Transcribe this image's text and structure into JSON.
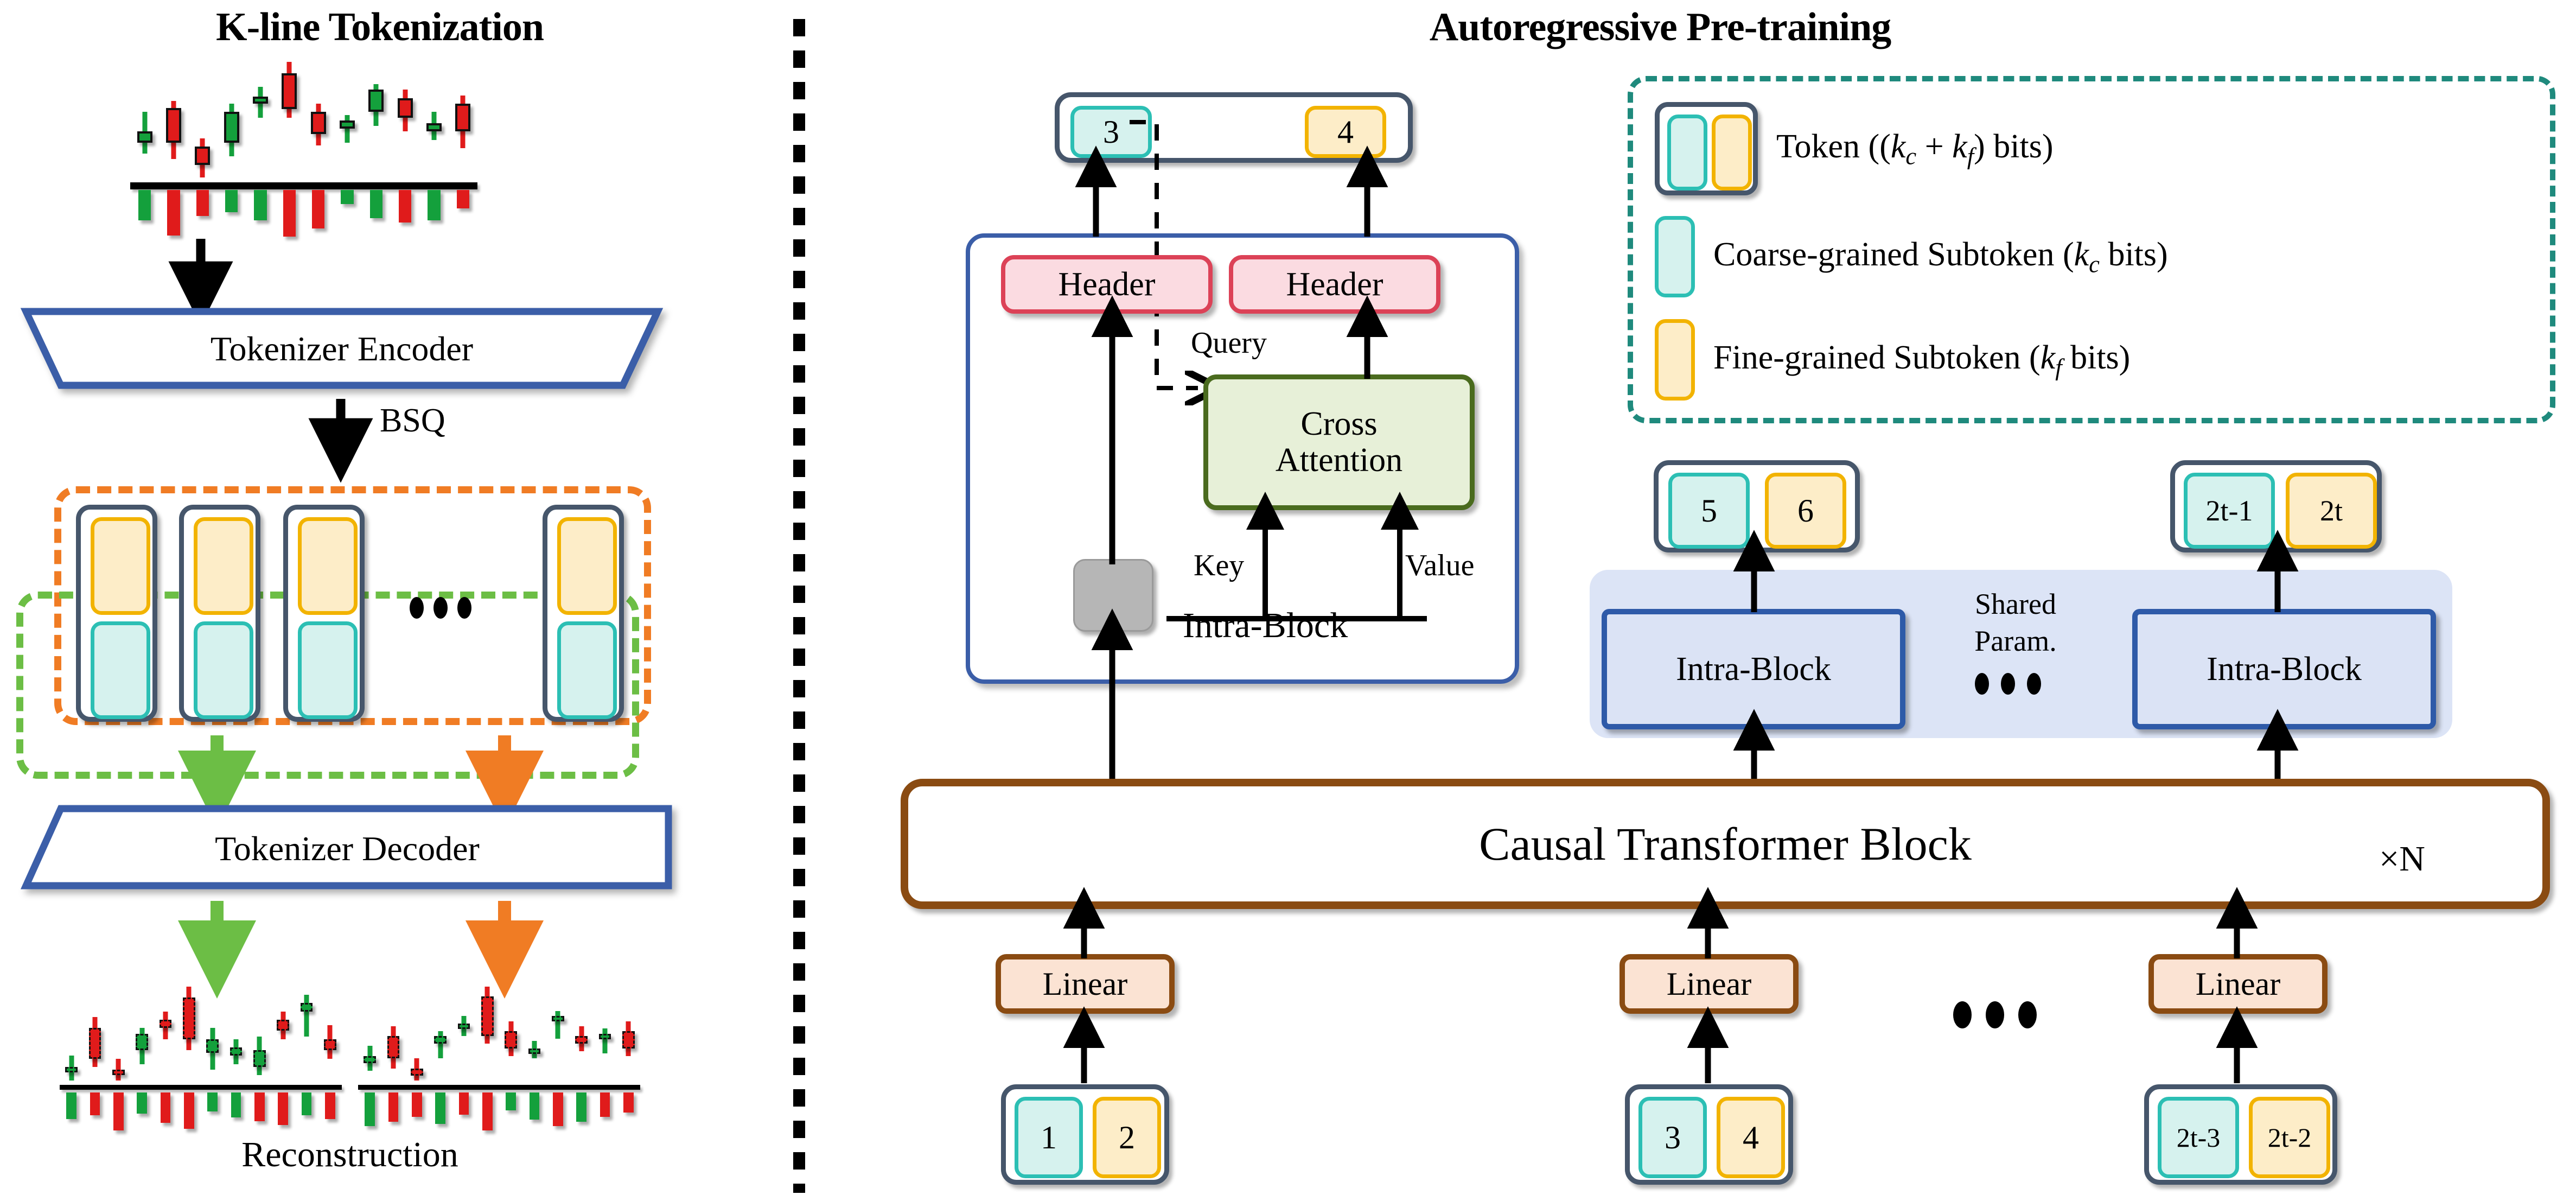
{
  "panels": {
    "left": {
      "title": "K-line Tokenization"
    },
    "right": {
      "title": "Autoregressive Pre-training"
    }
  },
  "left_panel": {
    "encoder_label": "Tokenizer Encoder",
    "bsq_label": "BSQ",
    "decoder_label": "Tokenizer Decoder",
    "reconstruction_label": "Reconstruction",
    "token_count_shown": 4,
    "ellipsis": "•••"
  },
  "right_panel": {
    "output_token": {
      "coarse": "3",
      "fine": "4"
    },
    "intra_block": {
      "title": "Intra-Block",
      "header_left": "Header",
      "header_right": "Header",
      "cross_attention": "Cross\nAttention",
      "cross_attention_line1": "Cross",
      "cross_attention_line2": "Attention",
      "query_label": "Query",
      "key_label": "Key",
      "value_label": "Value"
    },
    "mid_tokens": [
      {
        "coarse": "5",
        "fine": "6"
      },
      {
        "coarse": "2t-1",
        "fine": "2t"
      }
    ],
    "shared": {
      "line1": "Shared",
      "line2": "Param."
    },
    "intra_block_label": "Intra-Block",
    "causal_block": {
      "label": "Causal Transformer Block",
      "repeat": "×N"
    },
    "linear_label": "Linear",
    "input_tokens": [
      {
        "coarse": "1",
        "fine": "2"
      },
      {
        "coarse": "3",
        "fine": "4"
      },
      {
        "coarse": "2t-3",
        "fine": "2t-2"
      }
    ],
    "legend": {
      "token": {
        "pre": "Token ((",
        "kc": "k",
        "kc_sub": "c",
        "plus": " + ",
        "kf": "k",
        "kf_sub": "f",
        "post": ") bits)",
        "full": "Token ((kc + kf) bits)"
      },
      "coarse": {
        "full": "Coarse-grained Subtoken (kc bits)",
        "pre": "Coarse-grained Subtoken (",
        "k": "k",
        "k_sub": "c",
        "post": " bits)"
      },
      "fine": {
        "full": "Fine-grained Subtoken (kf bits)",
        "pre": "Fine-grained Subtoken (",
        "k": "k",
        "k_sub": "f",
        "post": " bits)"
      }
    }
  },
  "colors": {
    "coarse_border": "#2cbfb4",
    "coarse_fill": "#d6f2ee",
    "fine_border": "#f2b300",
    "fine_fill": "#fdedc8",
    "token_border": "#46566b",
    "header_border": "#dc4257",
    "header_fill": "#fbdbe1",
    "cross_border": "#4a6b1e",
    "cross_fill": "#e7f0d8",
    "intra_border": "#2e5aa8",
    "intra_fill": "#dbe3f5",
    "causal_border": "#8a4b12",
    "linear_fill": "#fbe3d3",
    "legend_border": "#1f8a7d",
    "dash_orange": "#f07c24",
    "dash_green": "#6cbe45",
    "trapezoid_border": "#3b5ea8",
    "candle_up": "#14a03c",
    "candle_down": "#e01b1b",
    "arrow_green": "#6cbe45",
    "arrow_orange": "#f07c24"
  },
  "chart_data": {
    "type": "candlestick",
    "title": "K-line Tokenization",
    "source_series": {
      "name": "input-kline",
      "candles": [
        {
          "o": 38,
          "h": 52,
          "l": 22,
          "c": 30,
          "dir": "up"
        },
        {
          "o": 55,
          "h": 60,
          "l": 18,
          "c": 30,
          "dir": "down"
        },
        {
          "o": 27,
          "h": 33,
          "l": 5,
          "c": 14,
          "dir": "down"
        },
        {
          "o": 30,
          "h": 58,
          "l": 20,
          "c": 52,
          "dir": "up"
        },
        {
          "o": 58,
          "h": 70,
          "l": 48,
          "c": 63,
          "dir": "up"
        },
        {
          "o": 80,
          "h": 88,
          "l": 48,
          "c": 54,
          "dir": "down"
        },
        {
          "o": 52,
          "h": 58,
          "l": 28,
          "c": 36,
          "dir": "down"
        },
        {
          "o": 46,
          "h": 50,
          "l": 30,
          "c": 40,
          "dir": "up"
        },
        {
          "o": 52,
          "h": 72,
          "l": 42,
          "c": 68,
          "dir": "up"
        },
        {
          "o": 62,
          "h": 68,
          "l": 38,
          "c": 48,
          "dir": "down"
        },
        {
          "o": 44,
          "h": 52,
          "l": 32,
          "c": 38,
          "dir": "up"
        },
        {
          "o": 58,
          "h": 64,
          "l": 26,
          "c": 38,
          "dir": "down"
        }
      ],
      "volumes": [
        {
          "v": 30,
          "dir": "up"
        },
        {
          "v": 45,
          "dir": "down"
        },
        {
          "v": 26,
          "dir": "down"
        },
        {
          "v": 22,
          "dir": "up"
        },
        {
          "v": 30,
          "dir": "up"
        },
        {
          "v": 46,
          "dir": "down"
        },
        {
          "v": 38,
          "dir": "down"
        },
        {
          "v": 14,
          "dir": "up"
        },
        {
          "v": 28,
          "dir": "up"
        },
        {
          "v": 32,
          "dir": "down"
        },
        {
          "v": 30,
          "dir": "up"
        },
        {
          "v": 18,
          "dir": "down"
        }
      ]
    },
    "reconstruction_left": {
      "name": "reconstruction-1",
      "candles": [
        {
          "o": 24,
          "h": 32,
          "l": 14,
          "c": 20,
          "dir": "up"
        },
        {
          "o": 52,
          "h": 60,
          "l": 24,
          "c": 30,
          "dir": "down"
        },
        {
          "o": 22,
          "h": 30,
          "l": 14,
          "c": 18,
          "dir": "down"
        },
        {
          "o": 36,
          "h": 52,
          "l": 26,
          "c": 48,
          "dir": "up"
        },
        {
          "o": 58,
          "h": 64,
          "l": 44,
          "c": 52,
          "dir": "down"
        },
        {
          "o": 74,
          "h": 82,
          "l": 36,
          "c": 44,
          "dir": "down"
        },
        {
          "o": 44,
          "h": 52,
          "l": 22,
          "c": 34,
          "dir": "up"
        },
        {
          "o": 38,
          "h": 44,
          "l": 26,
          "c": 32,
          "dir": "up"
        },
        {
          "o": 36,
          "h": 46,
          "l": 18,
          "c": 24,
          "dir": "up"
        },
        {
          "o": 58,
          "h": 64,
          "l": 44,
          "c": 50,
          "dir": "down"
        },
        {
          "o": 64,
          "h": 76,
          "l": 46,
          "c": 70,
          "dir": "up"
        },
        {
          "o": 44,
          "h": 54,
          "l": 30,
          "c": 36,
          "dir": "down"
        }
      ],
      "volumes": [
        {
          "v": 28,
          "dir": "up"
        },
        {
          "v": 24,
          "dir": "down"
        },
        {
          "v": 40,
          "dir": "down"
        },
        {
          "v": 22,
          "dir": "up"
        },
        {
          "v": 32,
          "dir": "down"
        },
        {
          "v": 38,
          "dir": "down"
        },
        {
          "v": 20,
          "dir": "up"
        },
        {
          "v": 26,
          "dir": "up"
        },
        {
          "v": 30,
          "dir": "down"
        },
        {
          "v": 34,
          "dir": "down"
        },
        {
          "v": 24,
          "dir": "up"
        },
        {
          "v": 28,
          "dir": "down"
        }
      ]
    },
    "reconstruction_right": {
      "name": "reconstruction-2",
      "candles": [
        {
          "o": 30,
          "h": 38,
          "l": 18,
          "c": 24,
          "dir": "up"
        },
        {
          "o": 46,
          "h": 54,
          "l": 20,
          "c": 28,
          "dir": "down"
        },
        {
          "o": 20,
          "h": 28,
          "l": 10,
          "c": 14,
          "dir": "down"
        },
        {
          "o": 40,
          "h": 50,
          "l": 28,
          "c": 46,
          "dir": "up"
        },
        {
          "o": 56,
          "h": 62,
          "l": 46,
          "c": 52,
          "dir": "up"
        },
        {
          "o": 78,
          "h": 86,
          "l": 40,
          "c": 46,
          "dir": "down"
        },
        {
          "o": 50,
          "h": 58,
          "l": 30,
          "c": 36,
          "dir": "down"
        },
        {
          "o": 36,
          "h": 42,
          "l": 28,
          "c": 32,
          "dir": "up"
        },
        {
          "o": 58,
          "h": 66,
          "l": 44,
          "c": 62,
          "dir": "up"
        },
        {
          "o": 46,
          "h": 54,
          "l": 34,
          "c": 40,
          "dir": "down"
        },
        {
          "o": 44,
          "h": 52,
          "l": 32,
          "c": 48,
          "dir": "up"
        },
        {
          "o": 50,
          "h": 58,
          "l": 30,
          "c": 36,
          "dir": "down"
        }
      ],
      "volumes": [
        {
          "v": 30,
          "dir": "up"
        },
        {
          "v": 26,
          "dir": "down"
        },
        {
          "v": 22,
          "dir": "down"
        },
        {
          "v": 28,
          "dir": "up"
        },
        {
          "v": 20,
          "dir": "down"
        },
        {
          "v": 34,
          "dir": "down"
        },
        {
          "v": 16,
          "dir": "up"
        },
        {
          "v": 24,
          "dir": "up"
        },
        {
          "v": 30,
          "dir": "down"
        },
        {
          "v": 26,
          "dir": "up"
        },
        {
          "v": 22,
          "dir": "down"
        },
        {
          "v": 18,
          "dir": "down"
        }
      ]
    }
  }
}
